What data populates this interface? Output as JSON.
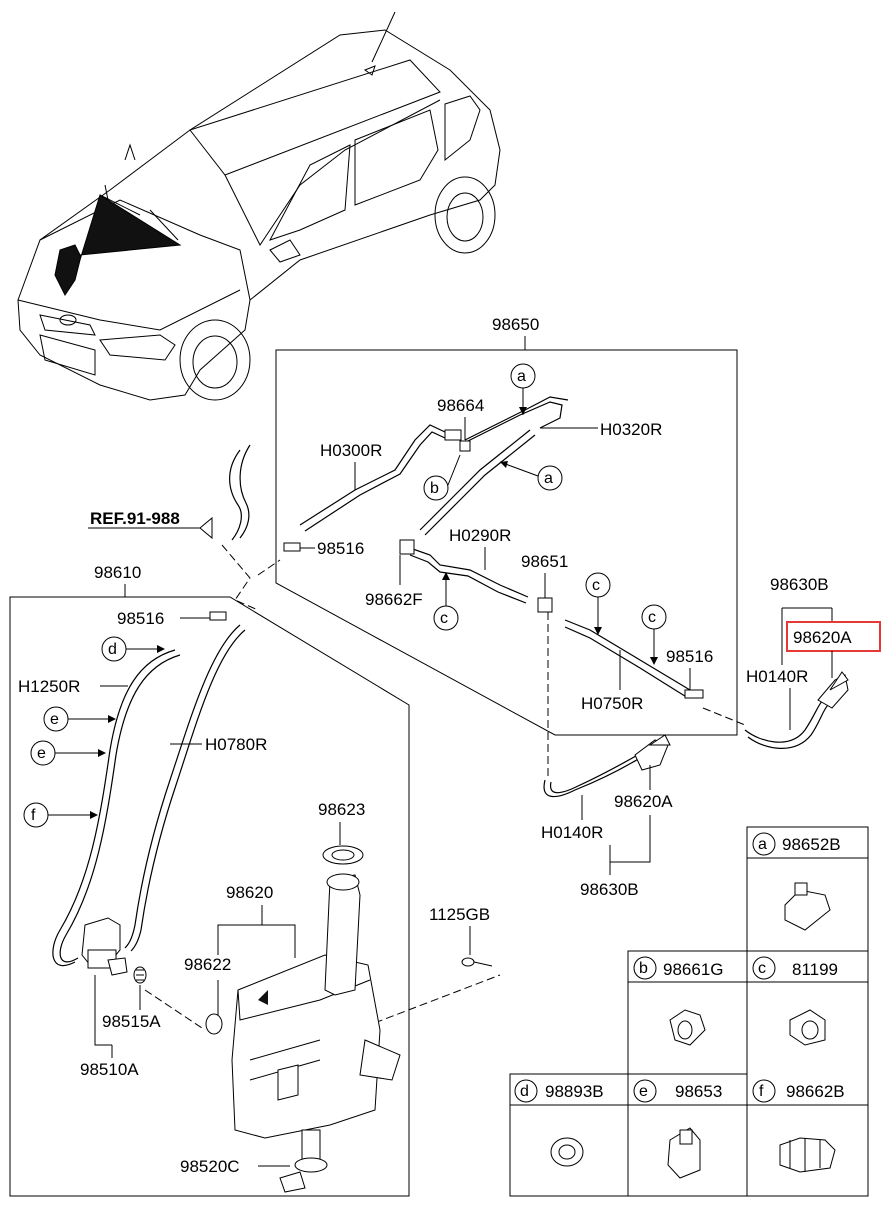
{
  "ref_label": "REF.91-988",
  "labels": {
    "assy_98650": "98650",
    "h0320r": "H0320R",
    "p98664": "98664",
    "h0300r": "H0300R",
    "h0290r": "H0290R",
    "p98651": "98651",
    "p98516_top": "98516",
    "p98662f": "98662F",
    "p98516_right": "98516",
    "h0750r": "H0750R",
    "p98630b_top": "98630B",
    "p98620a_highlight": "98620A",
    "h0140r_right": "H0140R",
    "p98620a_bottom": "98620A",
    "h0140r_bottom": "H0140R",
    "p98630b_bottom": "98630B",
    "assy_98610": "98610",
    "p98516_left": "98516",
    "h1250r": "H1250R",
    "h0780r": "H0780R",
    "p98623": "98623",
    "p98620": "98620",
    "p98622": "98622",
    "p1125gb": "1125GB",
    "p98515a": "98515A",
    "p98510a": "98510A",
    "p98520c": "98520C"
  },
  "callouts": {
    "a1": "a",
    "a2": "a",
    "b": "b",
    "c1": "c",
    "c2": "c",
    "c3": "c",
    "d": "d",
    "e1": "e",
    "e2": "e",
    "f": "f"
  },
  "legend": [
    {
      "letter": "a",
      "part": "98652B"
    },
    {
      "letter": "b",
      "part": "98661G"
    },
    {
      "letter": "c",
      "part": "81199"
    },
    {
      "letter": "d",
      "part": "98893B"
    },
    {
      "letter": "e",
      "part": "98653"
    },
    {
      "letter": "f",
      "part": "98662B"
    }
  ],
  "colors": {
    "highlight": "#e53935",
    "line": "#000000",
    "fill_dark": "#111111"
  }
}
